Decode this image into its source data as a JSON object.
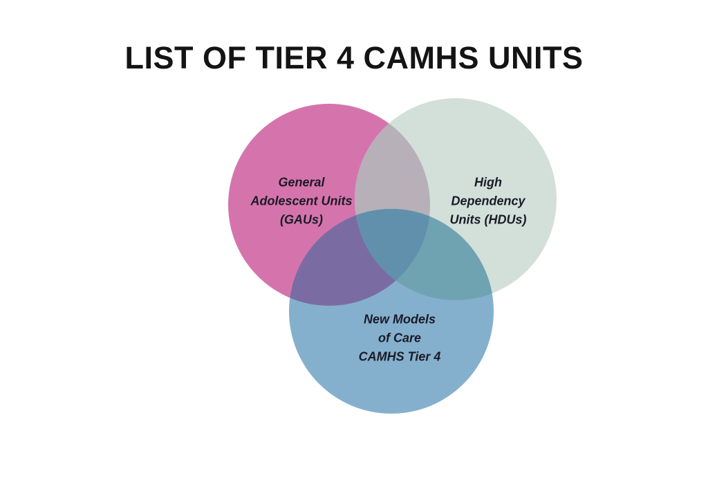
{
  "title": "LIST OF TIER 4 CAMHS UNITS",
  "diagram": {
    "type": "venn",
    "background": "#ffffff",
    "text_color": "#1b1b28",
    "sets": [
      {
        "id": "gau",
        "label_lines": [
          "General",
          "Adolescent Units",
          "(GAUs)"
        ],
        "color": "#d574ac"
      },
      {
        "id": "hdu",
        "label_lines": [
          "High",
          "Dependency",
          "Units (HDUs)"
        ],
        "color": "#d2e0d9"
      },
      {
        "id": "camhs",
        "label_lines": [
          "New Models",
          "of Care",
          "CAMHS Tier 4"
        ],
        "color": "#85b0cd"
      }
    ],
    "overlaps": {
      "gau_hdu": "#b7b0b8",
      "gau_camhs": "#7a6ca3",
      "hdu_camhs": "#6fa3b2",
      "all_three": "#6190ad"
    }
  }
}
